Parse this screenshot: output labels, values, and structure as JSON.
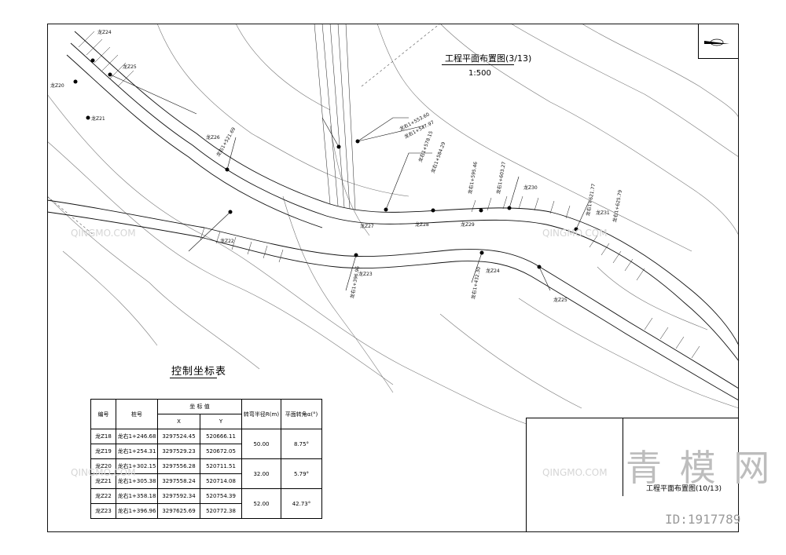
{
  "drawing": {
    "title": "工程平面布置图(3/13)",
    "scale": "1:500",
    "table_title": "控制坐标表"
  },
  "point_labels": [
    "龙Z24",
    "龙Z25",
    "龙Z20",
    "龙Z21",
    "龙Z26",
    "龙Z27",
    "龙Z28",
    "龙Z29",
    "龙Z30",
    "龙Z31",
    "龙Z22",
    "龙Z23",
    "龙Z24",
    "龙Z25"
  ],
  "station_labels": [
    "龙右1+521.69",
    "龙右1+553.60",
    "龙右1+547.97",
    "龙右1+578.15",
    "龙右1+584.29",
    "龙右1+595.46",
    "龙右1+603.27",
    "龙右1+621.77",
    "龙右1+625.79",
    "龙右1+396.96",
    "龙右1+432.30"
  ],
  "table": {
    "headers": {
      "id": "编号",
      "station": "桩号",
      "coord": "坐 标 值",
      "x": "X",
      "y": "Y",
      "radius": "转弯半径R(m)",
      "angle": "平面转角α(°)"
    },
    "rows": [
      {
        "id": "龙Z18",
        "station": "龙右1+246.68",
        "x": "3297524.45",
        "y": "520666.11"
      },
      {
        "id": "龙Z19",
        "station": "龙右1+254.31",
        "x": "3297529.23",
        "y": "520672.05"
      },
      {
        "id": "龙Z20",
        "station": "龙右1+302.15",
        "x": "3297556.28",
        "y": "520711.51"
      },
      {
        "id": "龙Z21",
        "station": "龙右1+305.38",
        "x": "3297558.24",
        "y": "520714.08"
      },
      {
        "id": "龙Z22",
        "station": "龙右1+358.18",
        "x": "3297592.34",
        "y": "520754.39"
      },
      {
        "id": "龙Z23",
        "station": "龙右1+396.96",
        "x": "3297625.69",
        "y": "520772.38"
      }
    ],
    "groups": [
      {
        "radius": "50.00",
        "angle": "8.75°"
      },
      {
        "radius": "32.00",
        "angle": "5.79°"
      },
      {
        "radius": "52.00",
        "angle": "42.73°"
      }
    ]
  },
  "title_block": {
    "caption": "工程平面布置图(10/13)"
  },
  "watermark": {
    "brand": "青 模 网",
    "id": "ID:1917789",
    "small": "QINGMO.COM"
  }
}
